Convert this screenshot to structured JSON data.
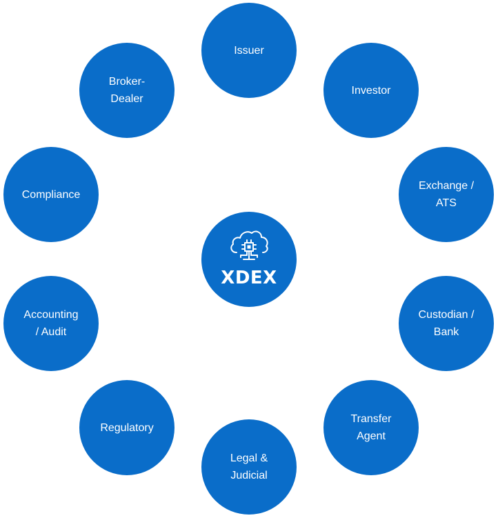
{
  "colors": {
    "node_fill": "#0a6dc9",
    "text": "#ffffff"
  },
  "center": {
    "label": "XDEX",
    "icon": "cloud-chip-icon"
  },
  "nodes": [
    {
      "label": "Issuer"
    },
    {
      "label": "Investor"
    },
    {
      "label": "Exchange /\nATS"
    },
    {
      "label": "Custodian /\nBank"
    },
    {
      "label": "Transfer\nAgent"
    },
    {
      "label": "Legal &\nJudicial"
    },
    {
      "label": "Regulatory"
    },
    {
      "label": "Accounting\n/ Audit"
    },
    {
      "label": "Compliance"
    },
    {
      "label": "Broker-\nDealer"
    }
  ]
}
